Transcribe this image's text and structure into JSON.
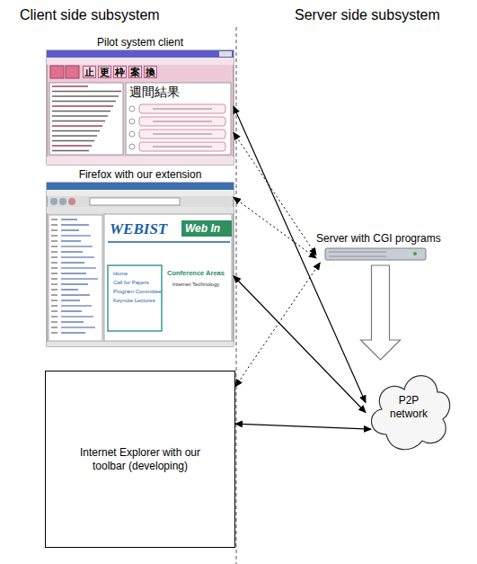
{
  "diagram": {
    "nodes": [
      {
        "text": [
          "Pilot system client",
          "止",
          "更",
          "枠",
          "案",
          "換",
          "週間結果"
        ]
      },
      {
        "text": [
          "Firefox with our extension",
          "WEBIST",
          "Web In",
          "Home",
          "Call for Papers",
          "Program Committee",
          "Keynote Lectures",
          "Conference Areas",
          "Internet Technology"
        ]
      },
      {
        "text": [
          "Internet Explorer with our toolbar (developing)"
        ]
      },
      {
        "text": [
          "Server with CGI programs"
        ]
      },
      {
        "text": [
          "P2P network"
        ]
      }
    ],
    "edges": [
      {
        "from": 0,
        "to": 3,
        "arrow": "both"
      },
      {
        "from": 1,
        "to": 3,
        "arrow": "both"
      },
      {
        "from": 2,
        "to": 3,
        "arrow": "both"
      },
      {
        "from": 0,
        "to": 4,
        "arrow": "both"
      },
      {
        "from": 1,
        "to": 4,
        "arrow": "both"
      },
      {
        "from": 2,
        "to": 4,
        "arrow": "both"
      },
      {
        "from": 3,
        "to": 4,
        "arrow": "to"
      }
    ],
    "labels": [
      "Client side subsystem",
      "Server side subsystem"
    ]
  }
}
